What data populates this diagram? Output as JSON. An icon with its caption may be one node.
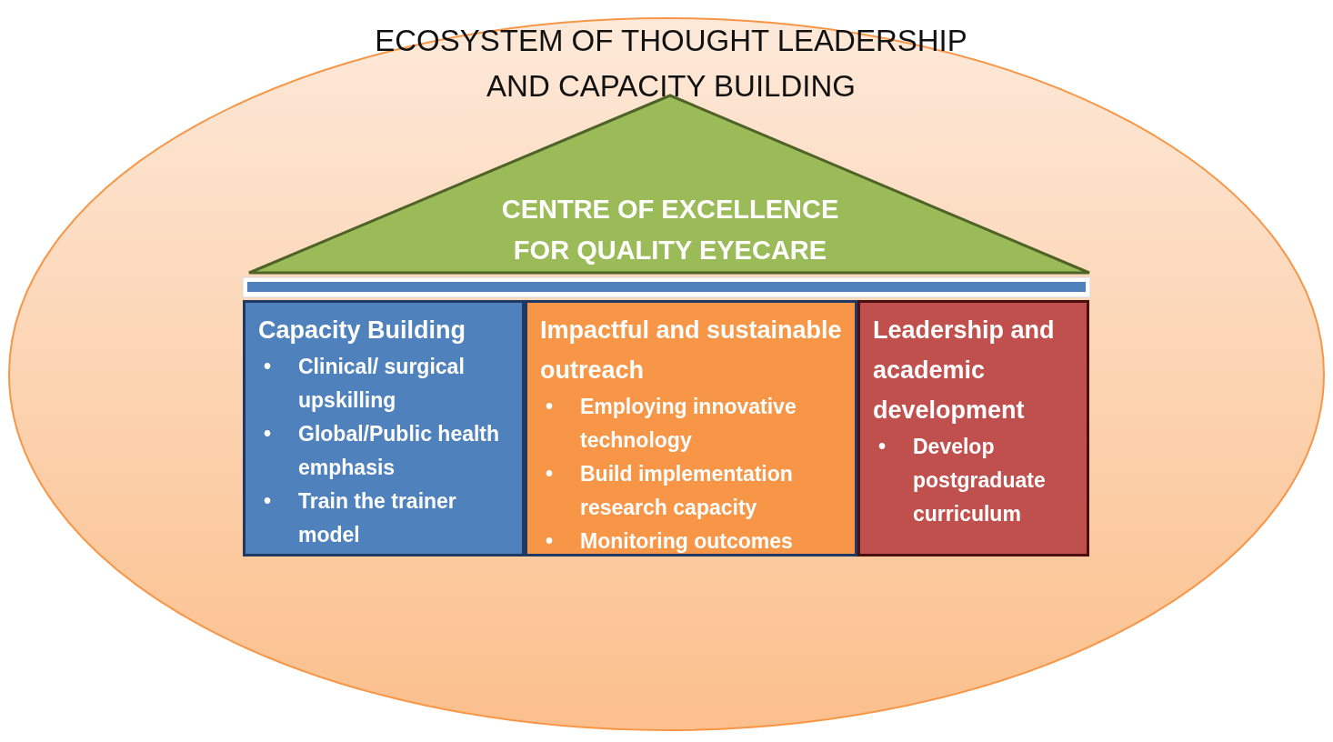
{
  "diagram": {
    "nodes": [
      {
        "text": [
          "ECOSYSTEM OF THOUGHT LEADERSHIP AND CAPACITY BUILDING"
        ]
      },
      {
        "text": [
          "CENTRE OF EXCELLENCE FOR QUALITY EYECARE"
        ],
        "in": 0
      },
      {
        "text": [
          "Capacity Building",
          "•",
          "Clinical/ surgical upskilling",
          "•",
          "Global/Public health emphasis",
          "•",
          "Train the trainer model"
        ],
        "in": 0
      },
      {
        "text": [
          "Impactful and sustainable outreach",
          "•",
          "Employing innovative technology",
          "•",
          "Build implementation research capacity",
          "•",
          "Monitoring outcomes"
        ],
        "in": 0
      },
      {
        "text": [
          "Leadership and academic development",
          "•",
          "Develop postgraduate curriculum"
        ],
        "in": 0
      }
    ]
  }
}
